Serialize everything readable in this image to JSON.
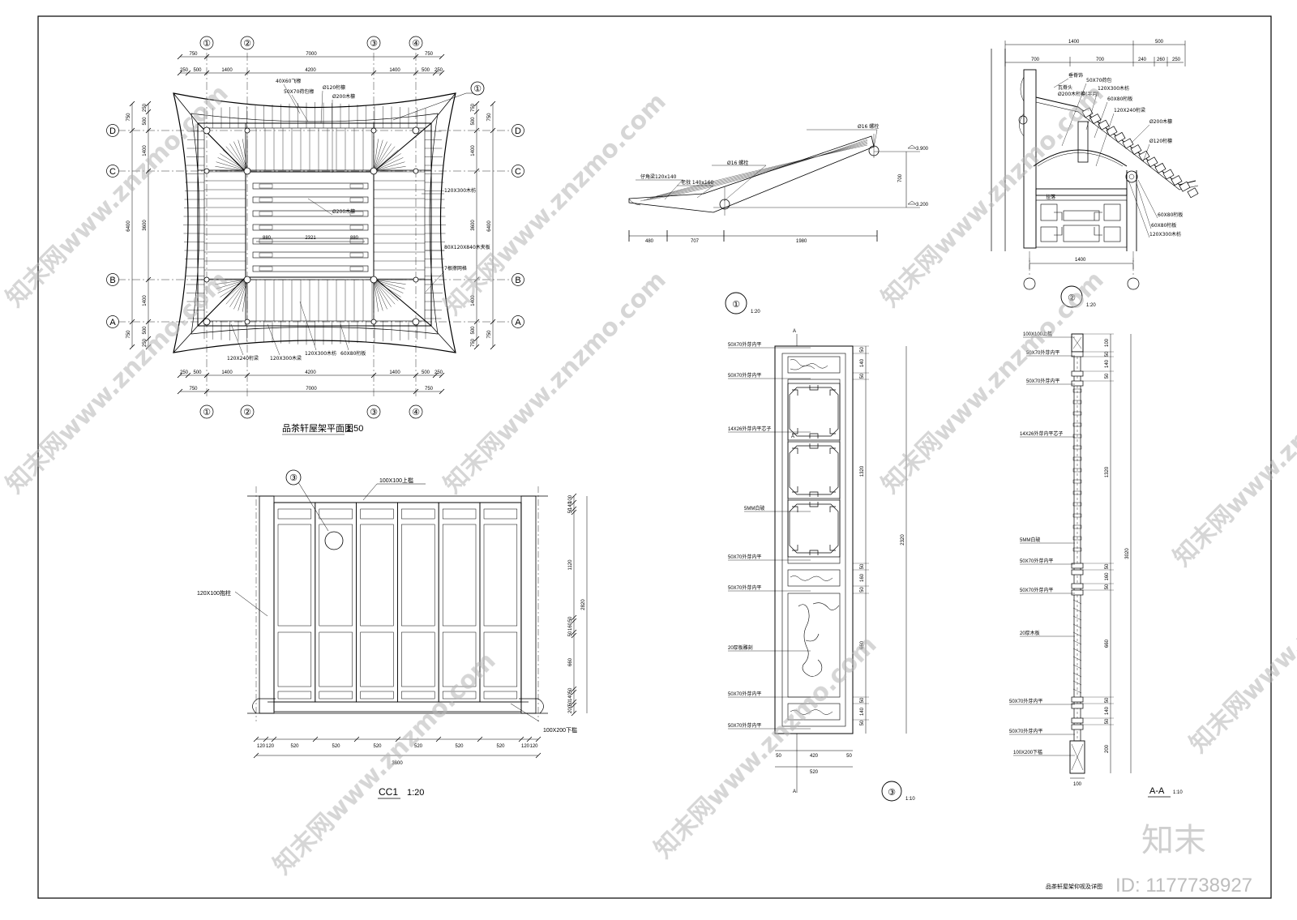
{
  "plan": {
    "title": "品茶轩屋架平面图",
    "scale": "1:50",
    "col_labels": [
      "①",
      "②",
      "③",
      "④"
    ],
    "row_labels": [
      "D",
      "C",
      "B",
      "A"
    ],
    "top_dims_outer": [
      "750",
      "7000",
      "750"
    ],
    "top_dims_inner": [
      "250",
      "500",
      "1400",
      "4200",
      "1400",
      "500",
      "250"
    ],
    "bottom_dims_inner": [
      "250",
      "500",
      "1400",
      "4200",
      "1400",
      "500",
      "250"
    ],
    "bottom_dims_outer": [
      "750",
      "7000",
      "750"
    ],
    "left_dims_outer": [
      "750",
      "6400",
      "750"
    ],
    "left_dims_inner": [
      "250",
      "500",
      "1400",
      "3600",
      "1400",
      "500",
      "250"
    ],
    "right_dims_inner": [
      "750",
      "500",
      "1400",
      "3600",
      "1400",
      "500",
      "750"
    ],
    "right_dims_outer": [
      "750",
      "6400",
      "750"
    ],
    "notes": [
      "40X60飞椽",
      "50X70荷包椽",
      "Ø120桁檩",
      "Ø200木檩",
      "120X300木枋",
      "Ø200木檩",
      "80X120X840木夹板",
      "7根擦网格",
      "120X240桁梁",
      "120X300木梁",
      "120X300木枋",
      "60X80桁板"
    ],
    "center_dims": [
      "880",
      "2321",
      "880"
    ],
    "callout": "①"
  },
  "detail1": {
    "label": "①",
    "scale": "1:20",
    "notes": [
      "Ø16 螺栓",
      "仔角梁120x140",
      "老戗 140x160",
      "Ø16 螺栓"
    ],
    "levels": [
      "3.900",
      "3.200"
    ],
    "vdim": "700",
    "hdims": [
      "480",
      "707",
      "1980"
    ]
  },
  "detail2": {
    "label": "②",
    "scale": "1:20",
    "top_dims": [
      "1400",
      "500"
    ],
    "top_dims2": [
      "700",
      "700",
      "240",
      "260",
      "250"
    ],
    "bottom_dim": "1400",
    "notes": [
      "垂脊饰",
      "瓦脊头",
      "50X70荷包",
      "Ø200木桁檩(半月)",
      "120X300木枋",
      "60X80桁板",
      "120X240桁梁",
      "Ø200木檩",
      "Ø120桁檩",
      "60X80桁板",
      "60X80桁板",
      "120X300木枋",
      "挂落"
    ]
  },
  "cc1": {
    "title": "CC1",
    "scale": "1:20",
    "callout": "③",
    "notes": [
      "100X100上槛",
      "120X100抱柱",
      "100X200下槛"
    ],
    "bottom_dims": [
      "120",
      "120",
      "520",
      "520",
      "520",
      "520",
      "520",
      "520",
      "120",
      "120"
    ],
    "total_dim": "3600",
    "right_dims": [
      "100",
      "140",
      "50",
      "1120",
      "50",
      "160",
      "50",
      "660",
      "50",
      "140",
      "50",
      "200"
    ],
    "right_total": "2820"
  },
  "detail3": {
    "label": "③",
    "scale": "1:10",
    "section_mark": "A",
    "notes": [
      "50X70外芽内平",
      "50X70外芽内平",
      "14X26外芽内平芯子",
      "5MM白玻",
      "50X70外芽内平",
      "50X70外芽内平",
      "20厚板雕刻",
      "50X70外芽内平",
      "50X70外芽内平"
    ],
    "right_dims": [
      "50",
      "140",
      "50",
      "1320",
      "50",
      "160",
      "50",
      "660",
      "50",
      "140",
      "50"
    ],
    "right_total": "2320",
    "bottom_dims": [
      "50",
      "420",
      "50"
    ],
    "bottom_total": "520"
  },
  "sectionAA": {
    "title": "A-A",
    "scale": "1:10",
    "notes": [
      "100X100上槛",
      "50X70外芽内平",
      "50X70外芽内平",
      "14X26外芽内平芯子",
      "5MM白玻",
      "50X70外芽内平",
      "50X70外芽内平",
      "20厚木板",
      "50X70外芽内平",
      "50X70外芽内平",
      "100X200下槛"
    ],
    "right_dims": [
      "100",
      "50",
      "140",
      "50",
      "1320",
      "50",
      "160",
      "50",
      "660",
      "50",
      "140",
      "50",
      "200"
    ],
    "right_total": "3020",
    "bottom_dim": "100"
  },
  "sheet": {
    "title": "品茶轩屋架仰视及详图",
    "brand": "知末",
    "id_text": "ID: 1177738927",
    "watermark_text": "知末网www.znzmo.com"
  },
  "colors": {
    "line": "#000000",
    "watermark": "#b5b5b5",
    "paper": "#ffffff"
  }
}
